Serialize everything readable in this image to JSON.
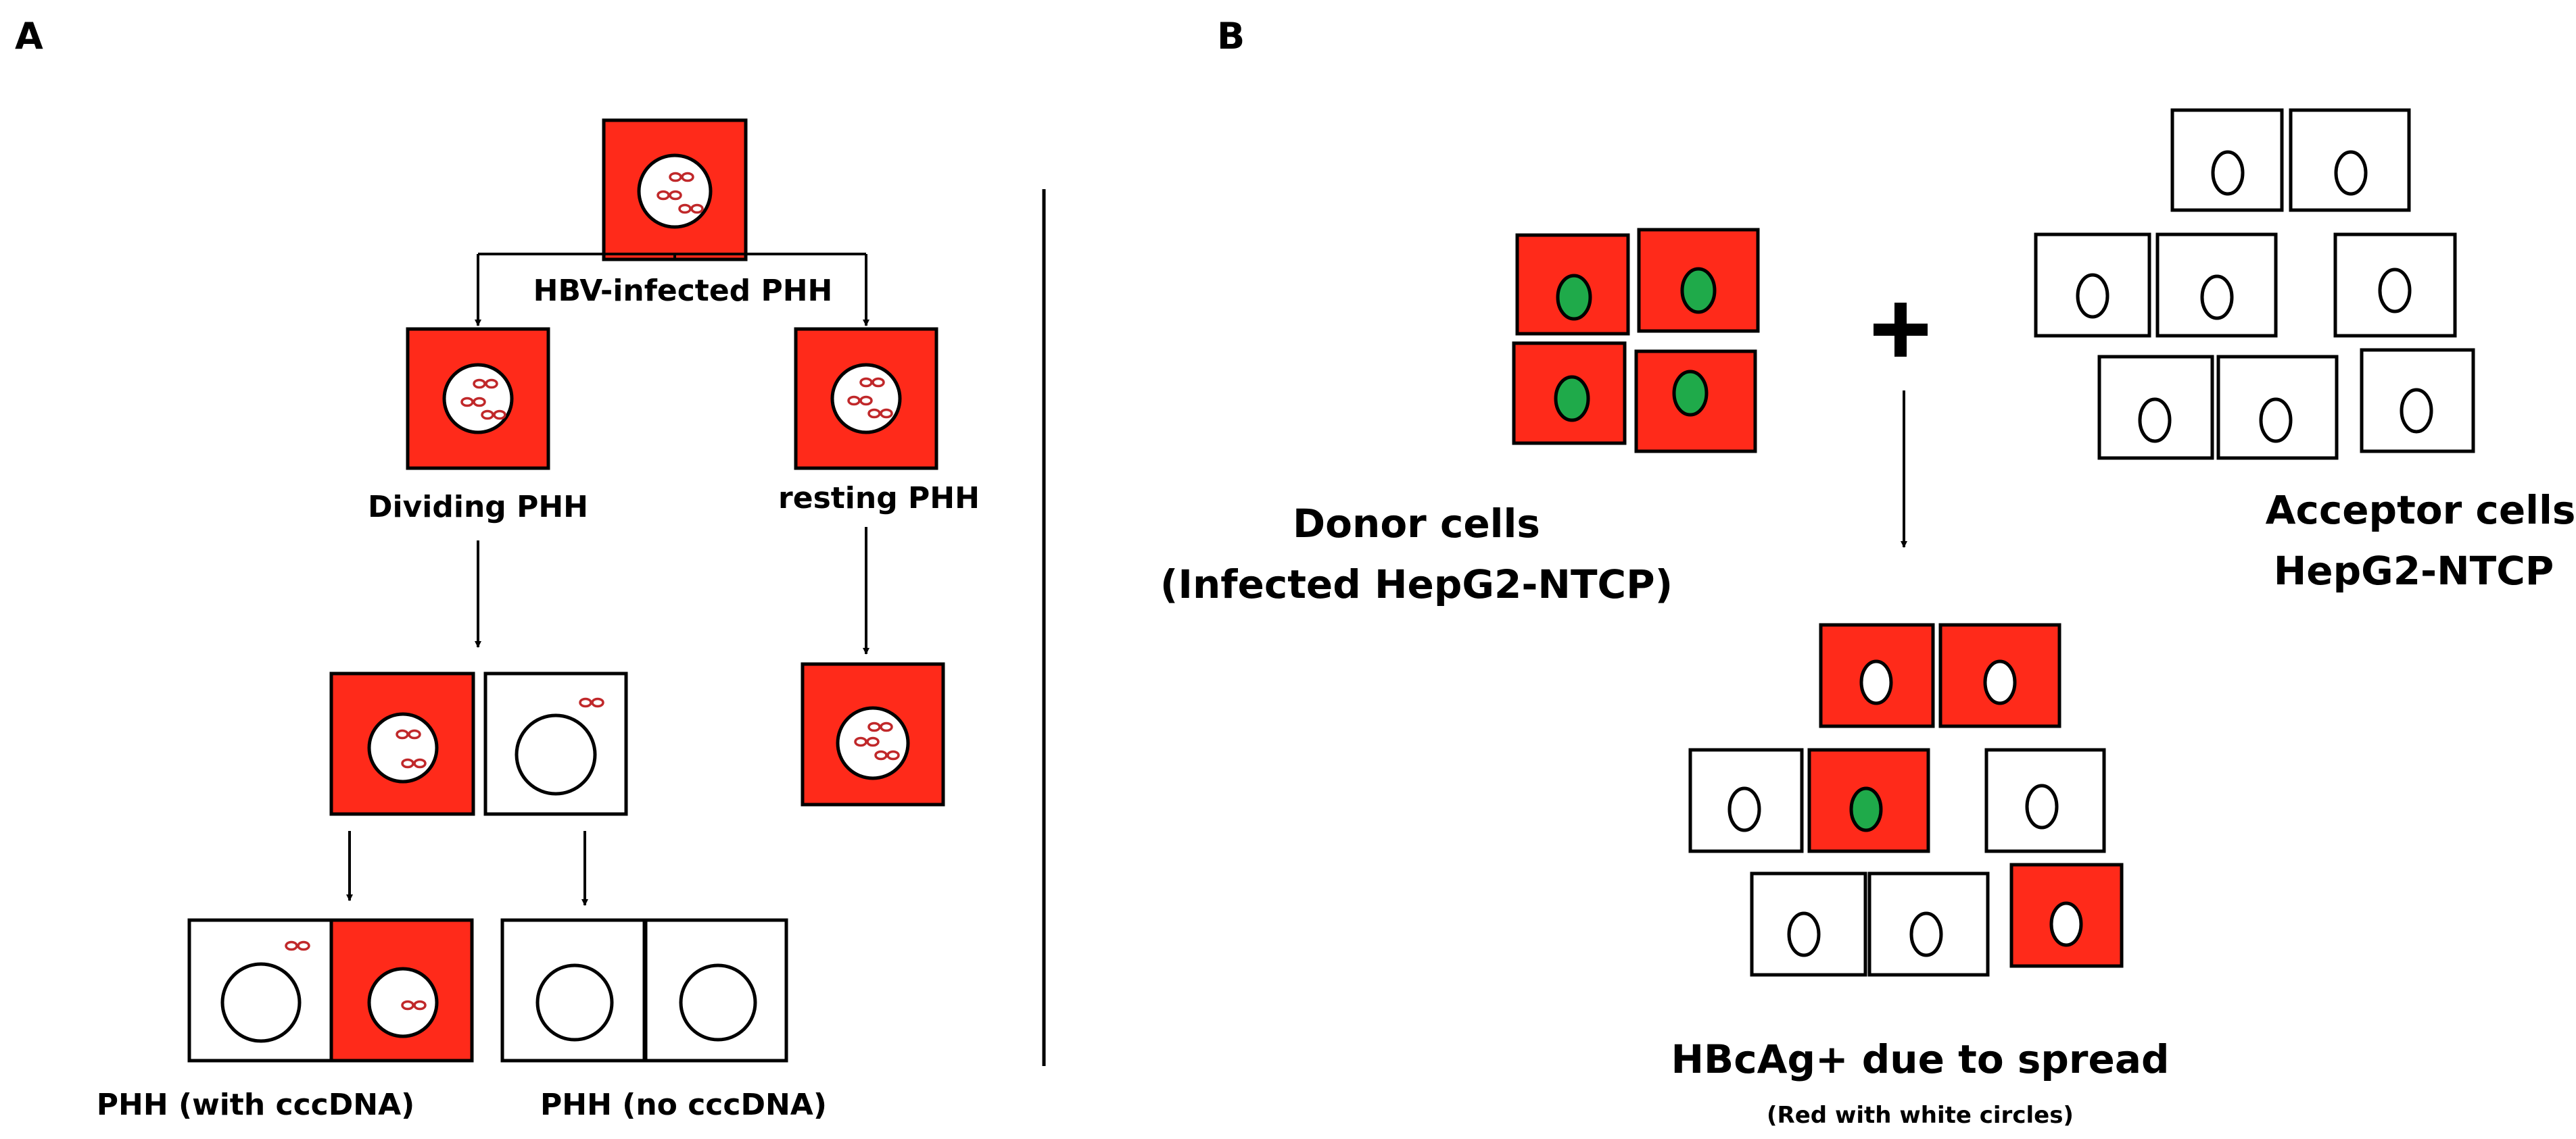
{
  "panels": {
    "a": {
      "letter": "A",
      "top_label": "HBV-infected PHH",
      "dividing_label": "Dividing PHH",
      "resting_label": "resting PHH",
      "with_cccdna_label": "PHH (with cccDNA)",
      "no_cccdna_label": "PHH (no cccDNA)"
    },
    "b": {
      "letter": "B",
      "donor_title": "Donor cells",
      "donor_sub": "(Infected HepG2-NTCP)",
      "acceptor_title": "Acceptor cells",
      "acceptor_sub": "HepG2-NTCP",
      "result_title": "HBcAg+ due to spread",
      "result_sub": "(Red with white circles)"
    }
  },
  "colors": {
    "infected": "#ff2a1a",
    "cccdna_glyph": "#c0282a",
    "donor_nucleus": "#1faa4a",
    "outline": "#000000",
    "background": "#ffffff"
  }
}
